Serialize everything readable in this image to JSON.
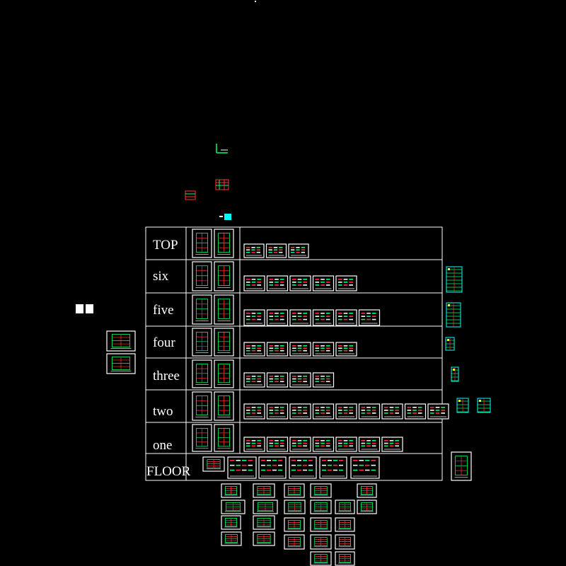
{
  "rows": [
    {
      "key": "top",
      "label": "TOP",
      "sheet_count": 3
    },
    {
      "key": "six",
      "label": "six",
      "sheet_count": 5
    },
    {
      "key": "five",
      "label": "five",
      "sheet_count": 6
    },
    {
      "key": "four",
      "label": "four",
      "sheet_count": 5
    },
    {
      "key": "three",
      "label": "three",
      "sheet_count": 4
    },
    {
      "key": "two",
      "label": "two",
      "sheet_count": 9
    },
    {
      "key": "one",
      "label": "one",
      "sheet_count": 7
    },
    {
      "key": "floor",
      "label": "FLOOR",
      "sheet_count": 6
    }
  ],
  "colors": {
    "background": "#000000",
    "frame": "#ffffff",
    "grid_lines": "#00ff66",
    "walls": "#ff3333",
    "annotations": "#00ffff",
    "text": "#ffffff"
  }
}
